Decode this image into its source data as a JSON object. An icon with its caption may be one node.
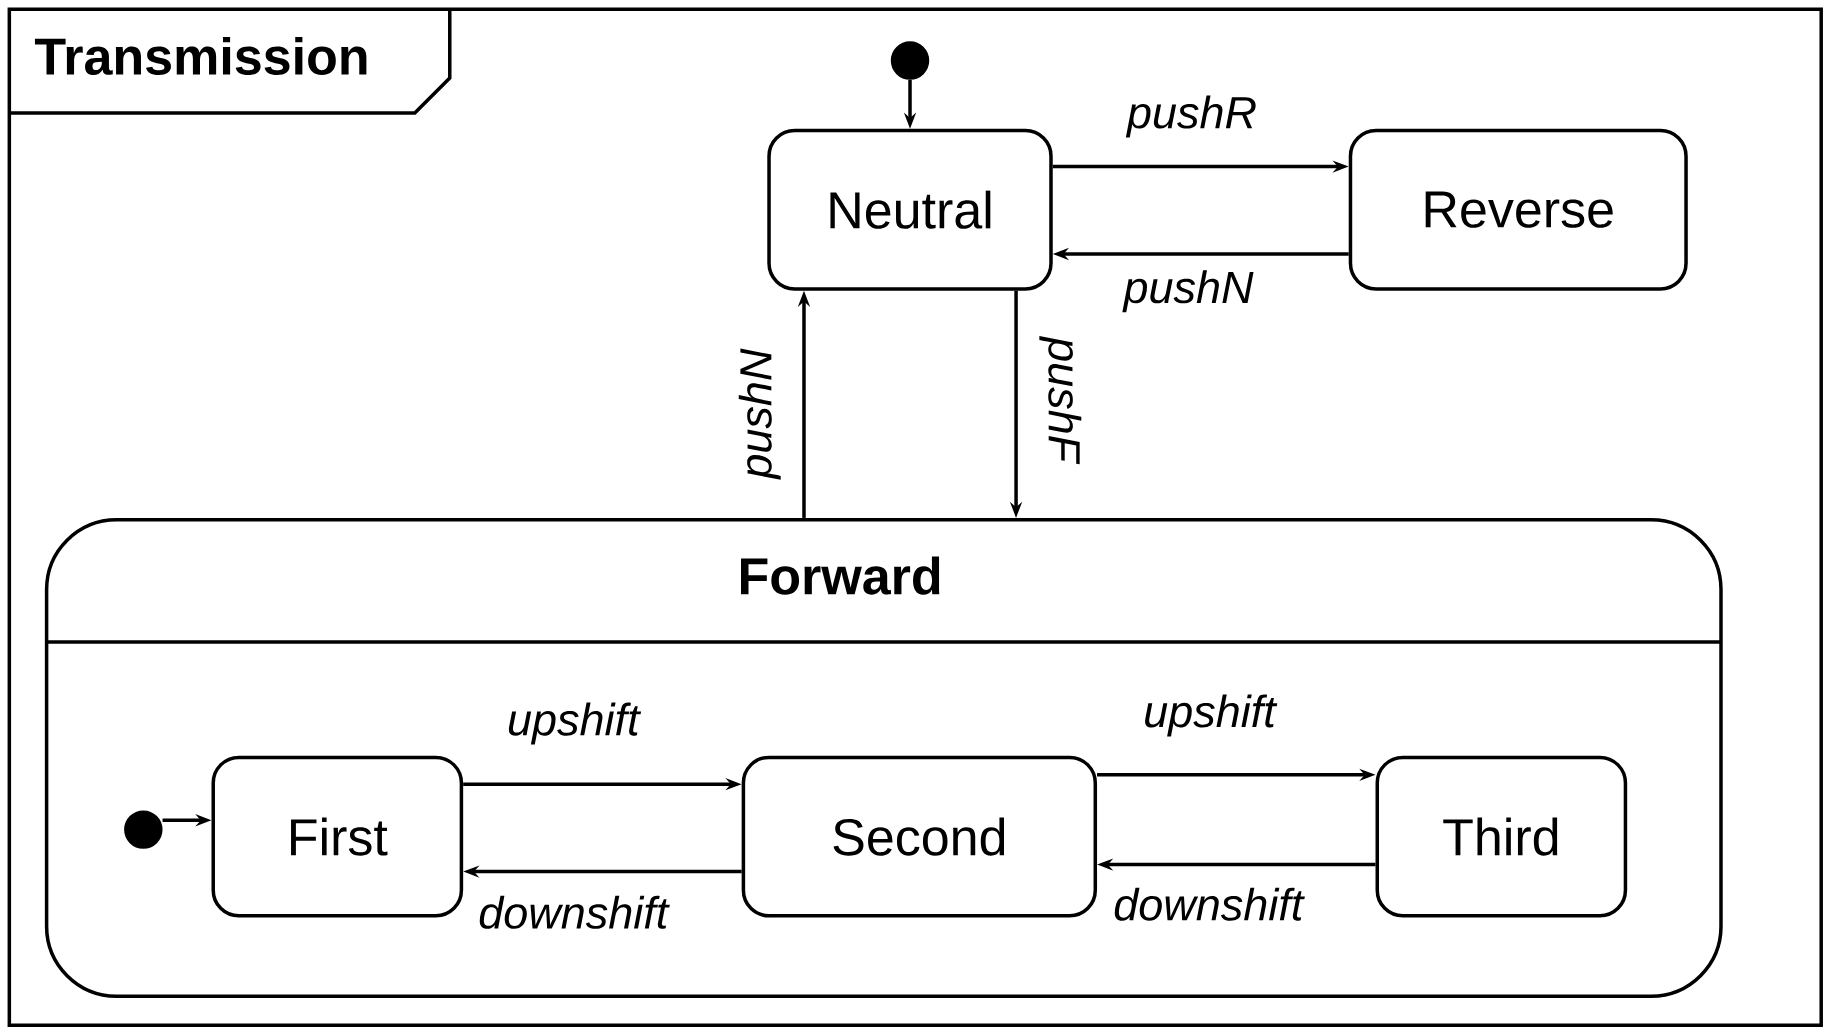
{
  "diagram": {
    "nodes": [
      {
        "text": [
          "Transmission"
        ]
      },
      {
        "text": [],
        "shape": "circle",
        "in": 0
      },
      {
        "text": [
          "Neutral"
        ],
        "in": 0
      },
      {
        "text": [
          "Reverse"
        ],
        "in": 0
      },
      {
        "text": [
          "Forward"
        ],
        "in": 0
      },
      {
        "text": [],
        "shape": "circle",
        "in": 4
      },
      {
        "text": [
          "First"
        ],
        "in": 4
      },
      {
        "text": [
          "Second"
        ],
        "in": 4
      },
      {
        "text": [
          "Third"
        ],
        "in": 4
      }
    ],
    "edges": [
      {
        "from": 1,
        "to": 2,
        "arrow": "to"
      },
      {
        "from": 2,
        "to": 3,
        "arrow": "to",
        "label": "pushR"
      },
      {
        "from": 3,
        "to": 2,
        "arrow": "to",
        "label": "pushN"
      },
      {
        "from": 4,
        "to": 2,
        "arrow": "to",
        "label": "pushN"
      },
      {
        "from": 2,
        "to": 4,
        "arrow": "to",
        "label": "pushF"
      },
      {
        "from": 5,
        "to": 6,
        "arrow": "to"
      },
      {
        "from": 6,
        "to": 7,
        "arrow": "to",
        "label": "upshift"
      },
      {
        "from": 7,
        "to": 6,
        "arrow": "to",
        "label": "downshift"
      },
      {
        "from": 7,
        "to": 8,
        "arrow": "to",
        "label": "upshift"
      },
      {
        "from": 8,
        "to": 7,
        "arrow": "to",
        "label": "downshift"
      }
    ]
  }
}
